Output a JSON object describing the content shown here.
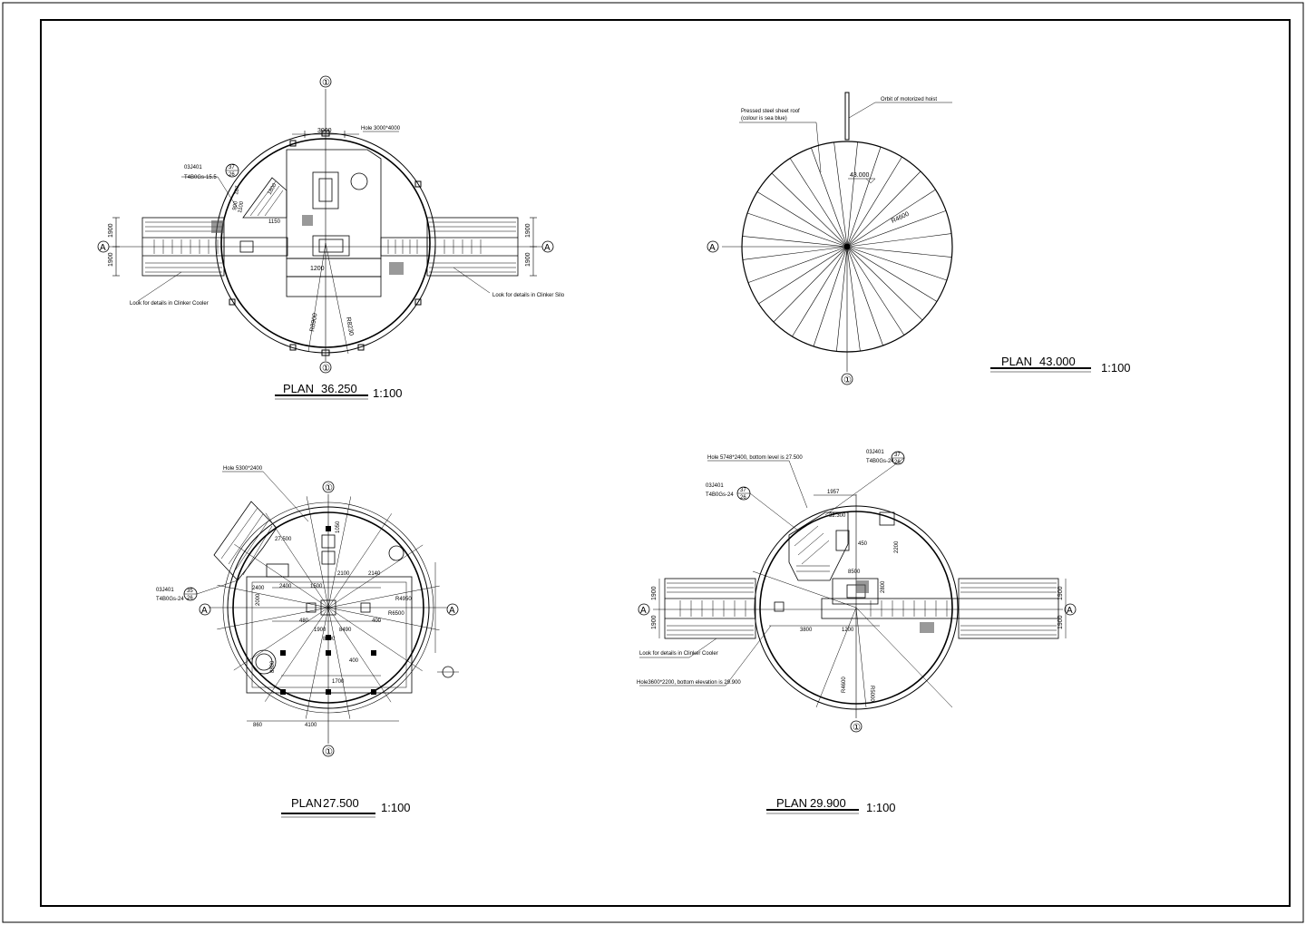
{
  "plans": {
    "p36": {
      "name": "PLAN",
      "elev": "36.250",
      "scale": "1:100",
      "grid_top": "①",
      "grid_bottom": "①",
      "grid_left": "A",
      "grid_right": "A",
      "dims": [
        "3000",
        "1200",
        "1900",
        "1900",
        "1900",
        "1900",
        "R8900",
        "R8230",
        "187",
        "1150",
        "1100",
        "1800",
        "900"
      ],
      "notes": [
        "Hole 3000*4000",
        "Look for details in Clinker Cooler",
        "Look for details in Clinker Silo",
        "03J401",
        "T4B0Gs-15.5"
      ],
      "callout_top": "37",
      "callout_bottom": "26"
    },
    "p43": {
      "name": "PLAN",
      "elev": "43.000",
      "scale": "1:100",
      "grid_bottom": "①",
      "grid_left": "A",
      "notes": [
        "Pressed steel sheet roof",
        "(colour is sea blue)",
        "Orbit of motorized hoist"
      ],
      "dims": [
        "43.000",
        "R4600"
      ]
    },
    "p275": {
      "name": "PLAN",
      "elev": "27.500",
      "scale": "1:100",
      "grid_top": "①",
      "grid_bottom": "①",
      "grid_left": "A",
      "grid_right": "A",
      "dims": [
        "27.500",
        "2400",
        "2140",
        "1500",
        "2100",
        "2400",
        "1900",
        "8490",
        "8100",
        "1700",
        "4100",
        "860",
        "480",
        "400",
        "R4950",
        "R6500",
        "400",
        "8800",
        "1050",
        "2000"
      ],
      "notes": [
        "Hole 5300*2400",
        "03J401",
        "T4B0Gs-24"
      ],
      "callout_top": "35",
      "callout_bottom": "26"
    },
    "p299": {
      "name": "PLAN",
      "elev": "29.900",
      "scale": "1:100",
      "grid_bottom": "①",
      "grid_left": "A",
      "grid_right": "A",
      "dims": [
        "1957",
        "32.300",
        "450",
        "2200",
        "8500",
        "2800",
        "3800",
        "1200",
        "1900",
        "1900",
        "1900",
        "1900",
        "R4600",
        "R5000"
      ],
      "notes": [
        "Hole 5748*2400, bottom level is 27.500",
        "03J401",
        "T4B0Gs-24",
        "Look for details in Clinker Cooler",
        "Hole3600*2200, bottom elevation is 29.900"
      ],
      "callout1_top": "37",
      "callout1_bottom": "26",
      "callout2_top": "37",
      "callout2_bottom": "26"
    }
  }
}
